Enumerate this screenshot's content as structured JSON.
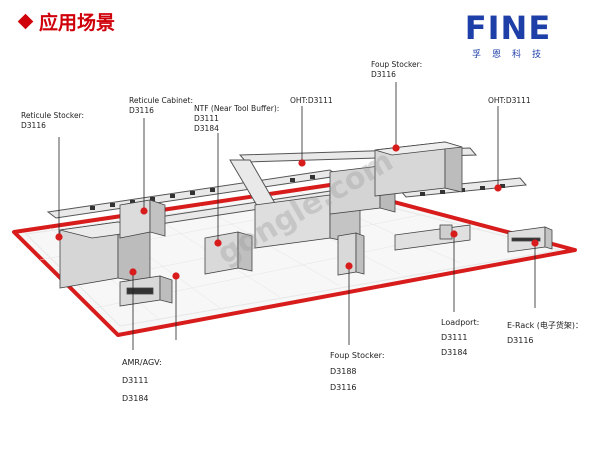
{
  "header": {
    "title": "应用场景",
    "logo_text": "FINE",
    "logo_subtitle": "孚恩科技",
    "brand_color": "#1f3fa8",
    "accent_color": "#d0000a",
    "logo_ring_color": "#f0a020"
  },
  "labels": {
    "reticule_stocker": {
      "name": "Reticule Stocker:",
      "codes": [
        "D3116"
      ]
    },
    "reticule_cabinet": {
      "name": "Reticule Cabinet:",
      "codes": [
        "D3116"
      ]
    },
    "ntf": {
      "name": "NTF (Near Tool Buffer):",
      "codes": [
        "D3111",
        "D3184"
      ]
    },
    "oht_left": {
      "name": "OHT:D3111",
      "codes": []
    },
    "foup_stocker_top": {
      "name": "Foup Stocker:",
      "codes": [
        "D3116"
      ]
    },
    "oht_right": {
      "name": "OHT:D3111",
      "codes": []
    },
    "amr_agv": {
      "name": "AMR/AGV:",
      "codes": [
        "D3111",
        "D3184"
      ]
    },
    "foup_stocker_bottom": {
      "name": "Foup Stocker:",
      "codes": [
        "D3188",
        "D3116"
      ]
    },
    "loadport": {
      "name": "Loadport:",
      "codes": [
        "D3111",
        "D3184"
      ]
    },
    "erack": {
      "name": "E-Rack (电子货架)：",
      "codes": [
        "D3116"
      ]
    }
  },
  "watermark": "gongle.com",
  "icons": [
    "diamond-bullet-icon",
    "marker-dot-icon"
  ]
}
